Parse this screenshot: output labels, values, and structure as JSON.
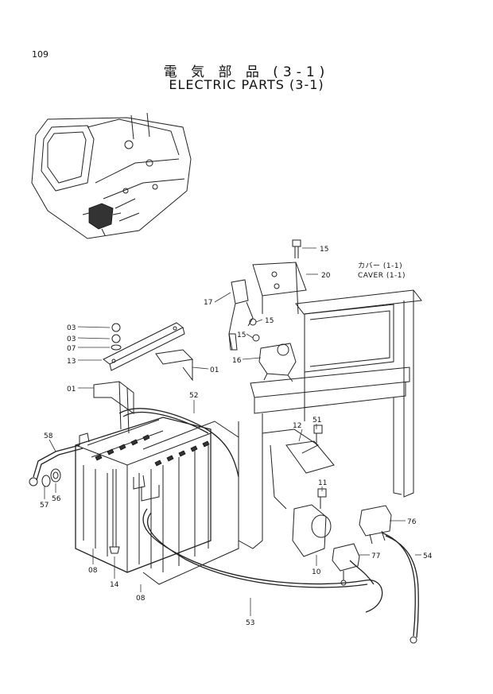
{
  "page_number": "109",
  "title_jp": "電 気 部 品 (3-1)",
  "title_en": "ELECTRIC PARTS (3-1)",
  "note_jp": "カバー (1-1)",
  "note_en": "CAVER (1-1)",
  "callouts": {
    "c15a": "15",
    "c20": "20",
    "c17": "17",
    "c15b": "15",
    "c15c": "15",
    "c16": "16",
    "c03a": "03",
    "c03b": "03",
    "c07": "07",
    "c13": "13",
    "c01a": "01",
    "c01b": "01",
    "c52": "52",
    "c12": "12",
    "c51": "51",
    "c58": "58",
    "c57": "57",
    "c56": "56",
    "c11": "11",
    "c76": "76",
    "c77": "77",
    "c54": "54",
    "c08a": "08",
    "c14": "14",
    "c10": "10",
    "c08b": "08",
    "c53": "53"
  }
}
